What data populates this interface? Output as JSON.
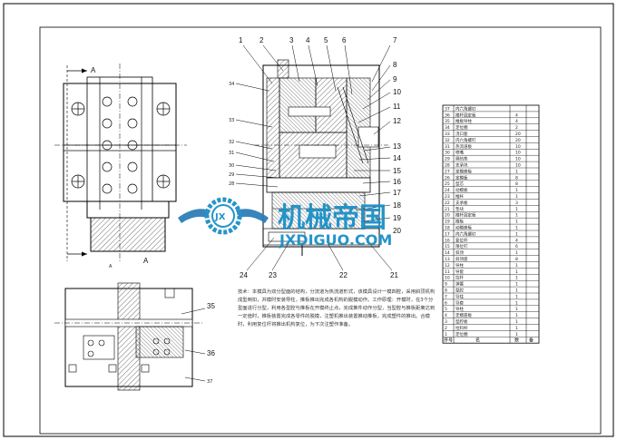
{
  "callouts_top": [
    "1",
    "2",
    "3",
    "4",
    "5",
    "6",
    "7"
  ],
  "callouts_right": [
    "8",
    "9",
    "10",
    "11",
    "12",
    "13",
    "14",
    "15",
    "16",
    "17",
    "18",
    "19",
    "20"
  ],
  "callouts_bottom": [
    "24",
    "23",
    "22",
    "21"
  ],
  "callouts_left": [
    "34",
    "33",
    "32",
    "31",
    "30",
    "29",
    "28"
  ],
  "callouts_lower_view": [
    "35",
    "36",
    "37"
  ],
  "section_markers": {
    "top_arrow": "A",
    "bottom_arrow": "A",
    "bottom_label": "A"
  },
  "watermark": {
    "cn": "机械帝国",
    "en": "JXDIGUO.COM",
    "emblem": "JX"
  },
  "technical_notes": "技术：本模具为双分型面的结构，分流道为热流道形式，该模具设计一模四腔，采用斜顶机构成型倒扣，并模时安装导柱，推板推出完成各机构的脱模动作。工作原理：开模时，在3个分型面进行分型，利用各型腔与推板在开模终止点，完成推件动作分型，当型腔与推板距离达到一定值时，推板装置完成各零件的脱模，注塑机推出装置推动推板，完成塑件的推出。合模时，利用复位杆将推出机构复位，为下次注塑作准备。",
  "parts_table": {
    "rows": [
      {
        "no": "37",
        "name": "内六角螺钉",
        "qty": ""
      },
      {
        "no": "36",
        "name": "推杆固定板",
        "qty": "4"
      },
      {
        "no": "35",
        "name": "推板导柱",
        "qty": "4"
      },
      {
        "no": "34",
        "name": "定位圈",
        "qty": "2"
      },
      {
        "no": "33",
        "name": "浇口套",
        "qty": "20"
      },
      {
        "no": "32",
        "name": "内六角螺钉",
        "qty": "20"
      },
      {
        "no": "31",
        "name": "热流道板",
        "qty": "10"
      },
      {
        "no": "30",
        "name": "喷嘴",
        "qty": "10"
      },
      {
        "no": "29",
        "name": "隔热垫",
        "qty": "10"
      },
      {
        "no": "28",
        "name": "支承块",
        "qty": "10"
      },
      {
        "no": "27",
        "name": "定模座板",
        "qty": "1"
      },
      {
        "no": "26",
        "name": "定模板",
        "qty": "8"
      },
      {
        "no": "25",
        "name": "型芯",
        "qty": "8"
      },
      {
        "no": "24",
        "name": "动模板",
        "qty": "1"
      },
      {
        "no": "23",
        "name": "推杆",
        "qty": "1"
      },
      {
        "no": "22",
        "name": "支承板",
        "qty": "3"
      },
      {
        "no": "21",
        "name": "垫块",
        "qty": "1"
      },
      {
        "no": "20",
        "name": "推杆固定板",
        "qty": "1"
      },
      {
        "no": "19",
        "name": "推板",
        "qty": "1"
      },
      {
        "no": "18",
        "name": "动模座板",
        "qty": "1"
      },
      {
        "no": "17",
        "name": "内六角螺钉",
        "qty": "1"
      },
      {
        "no": "16",
        "name": "复位杆",
        "qty": "4"
      },
      {
        "no": "15",
        "name": "限位钉",
        "qty": "6"
      },
      {
        "no": "14",
        "name": "斜顶",
        "qty": "1"
      },
      {
        "no": "13",
        "name": "斜顶座",
        "qty": "8"
      },
      {
        "no": "12",
        "name": "导柱",
        "qty": "1"
      },
      {
        "no": "11",
        "name": "导套",
        "qty": "1"
      },
      {
        "no": "10",
        "name": "拉杆",
        "qty": "1"
      },
      {
        "no": "9",
        "name": "弹簧",
        "qty": "1"
      },
      {
        "no": "8",
        "name": "型腔",
        "qty": "1"
      },
      {
        "no": "7",
        "name": "导柱",
        "qty": "1"
      },
      {
        "no": "6",
        "name": "导套",
        "qty": "1"
      },
      {
        "no": "5",
        "name": "导柱",
        "qty": "1"
      },
      {
        "no": "4",
        "name": "定模座板",
        "qty": "1"
      },
      {
        "no": "3",
        "name": "型腔板",
        "qty": "1"
      },
      {
        "no": "2",
        "name": "拉料杆",
        "qty": "1"
      },
      {
        "no": "1",
        "name": "定位圈",
        "qty": "1"
      }
    ],
    "footer": {
      "no": "序号",
      "name": "名",
      "qty": "数",
      "extra": "备"
    }
  },
  "colors": {
    "line": "#000000",
    "hatch": "#333333",
    "accent": "#1a8fc7",
    "watermark_wing": "#2d7fb8"
  }
}
